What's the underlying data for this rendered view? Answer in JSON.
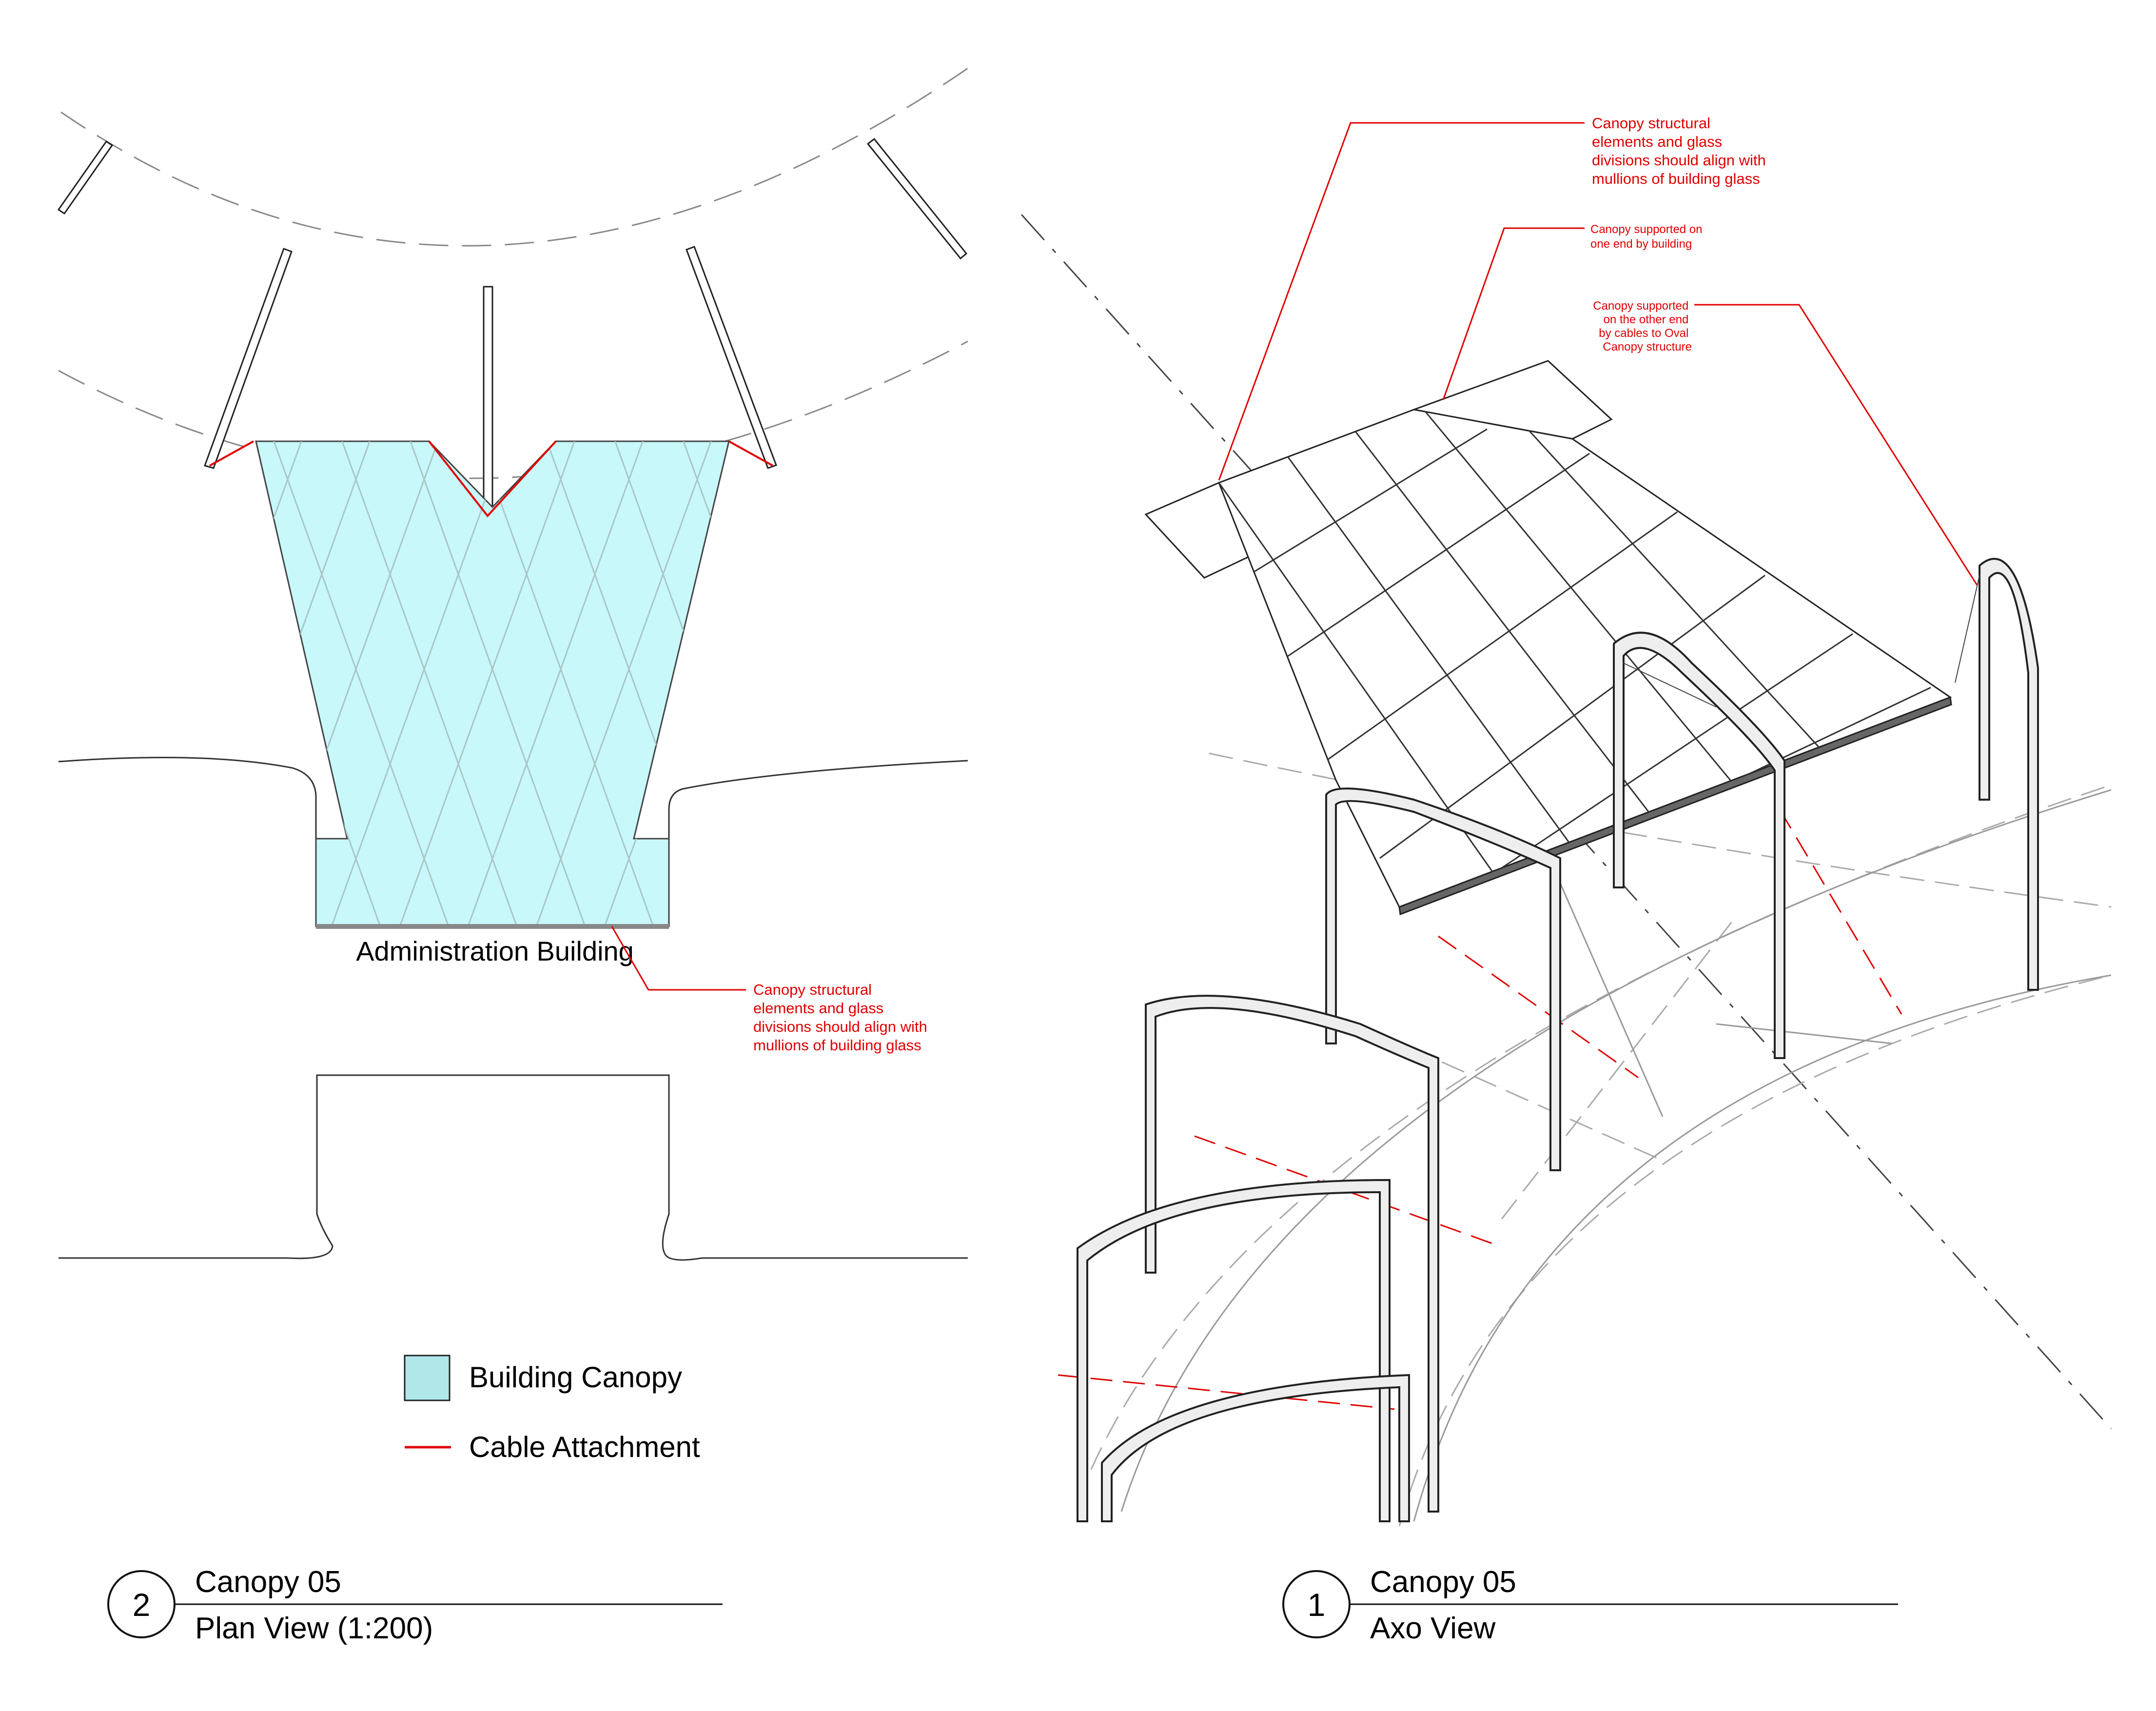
{
  "plan_view": {
    "building_label": "Administration Building",
    "note": [
      "Canopy structural",
      "elements and glass",
      "divisions should align with",
      "mullions of building glass"
    ],
    "legend": [
      {
        "label": "Building Canopy",
        "color": "#b0e8ea"
      },
      {
        "label": "Cable Attachment",
        "color": "#e00000"
      }
    ],
    "title": {
      "number": "2",
      "name": "Canopy 05",
      "view": "Plan View (1:200)"
    }
  },
  "axo_view": {
    "notes": {
      "align": [
        "Canopy structural",
        "elements and glass",
        "divisions should align with",
        "mullions of building glass"
      ],
      "building": [
        "Canopy supported on",
        "one end by building"
      ],
      "cables": [
        "Canopy supported",
        "on the other end",
        "by cables to Oval",
        "Canopy structure"
      ]
    },
    "title": {
      "number": "1",
      "name": "Canopy 05",
      "view": "Axo View"
    }
  },
  "colors": {
    "annotation": "#e00000",
    "canopy_fill": "#c8f8fa",
    "linework": "#222222"
  }
}
